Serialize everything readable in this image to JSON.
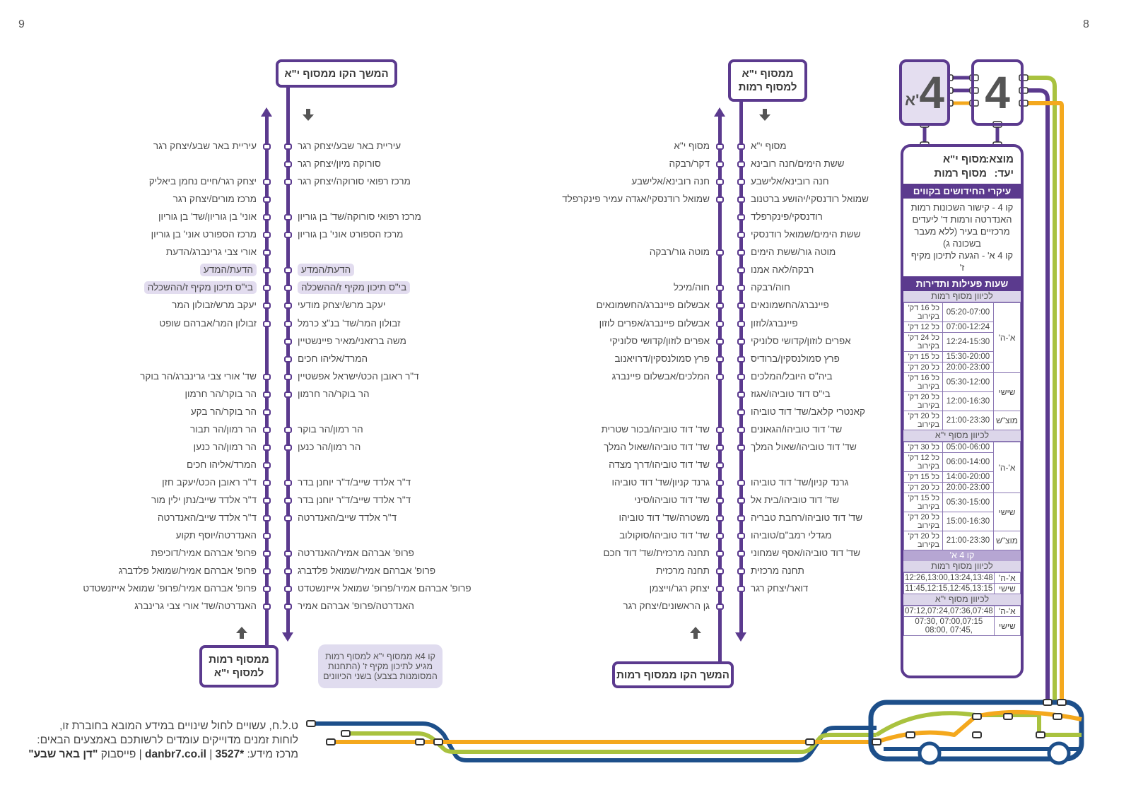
{
  "page_numbers": {
    "left": "9",
    "right": "8"
  },
  "colors": {
    "purple": "#5b3a8e",
    "orange": "#f4a81d",
    "green": "#a9c23f",
    "navy": "#1d4f8a",
    "highlight": "#e2dcef"
  },
  "logo": {
    "line_4a_number": "4",
    "line_4a_suffix": "א'",
    "line_4_number": "4"
  },
  "page8": {
    "top_box": "ממסוף י\"א למסוף רמות",
    "bottom_box": "המשך הקו ממסוף רמות",
    "down_stops": [
      "מסוף י\"א",
      "ששת הימים/חנה רובינא",
      "חנה רובינא/אלישבע",
      "שמואל רודנסקי/יהושע ברטנוב",
      "רודנסקי/פינקרפלד",
      "ששת הימים/שמואל רודנסקי",
      "מוטה גור/ששת הימים",
      "רבקה/לאה אמנו",
      "חוה/רבקה",
      "פיינברג/החשמונאים",
      "פיינברג/לוזון",
      "אפרים לוזון/קדושי סלוניקי",
      "פרץ סמולנסקין/ברודיס",
      "ביה\"ס היובל/המלכים",
      "בי\"ס דוד טוביהו/אגוז",
      "קאנטרי קלאב/שד' דוד טוביהו",
      "שד' דוד טוביהו/הגאונים",
      "שד' דוד טוביהו/שאול המלך",
      "",
      "גרנד קניון/שד' דוד טוביהו",
      "שד' דוד טוביהו/בית אל",
      "שד' דוד טוביהו/רחבת טבריה",
      "מגדלי רמב\"ם/טוביהו",
      "שד' דוד טוביהו/אסף שמחוני",
      "תחנה מרכזית",
      "דואר/יצחק רגר",
      ""
    ],
    "up_stops": [
      "מסוף י\"א",
      "דקר/רבקה",
      "חנה רובינא/אלישבע",
      "שמואל רודנסקי/אגדה עמיר פינקרפלד",
      "",
      "",
      "מוטה גור/רבקה",
      "",
      "חוה/מיכל",
      "אבשלום פיינברג/החשמונאים",
      "אבשלום פיינברג/אפרים לוזון",
      "אפרים לוזון/קדושי סלוניקי",
      "פרץ סמולנסקין/דרויאנוב",
      "המלכים/אבשלום פיינברג",
      "",
      "",
      "שד' דוד טוביהו/בכור שטרית",
      "שד' דוד טוביהו/שאול המלך",
      "שד' דוד טוביהו/דרך מצדה",
      "גרנד קניון/שד' דוד טוביהו",
      "שד' דוד טוביהו/סיני",
      "משטרה/שד' דוד טוביהו",
      "שד' דוד טוביהו/סוקולוב",
      "תחנה מרכזית/שד' דוד חכם",
      "תחנה מרכזית",
      "יצחק רגר/וייצמן",
      "גן הראשונים/יצחק רגר"
    ]
  },
  "page9": {
    "top_box": "המשך הקו ממסוף י\"א",
    "bottom_box": "ממסוף רמות למסוף י\"א",
    "note": "קו 4א ממסוף י\"א למסוף רמות מגיע לתיכון מקיף ז' (התחנות המסומנות בצבע) בשני הכיוונים",
    "highlighted_rows": [
      7,
      8
    ],
    "down_stops": [
      "עיריית באר שבע/יצחק רגר",
      "סורוקה מיון/יצחק רגר",
      "מרכז רפואי סורוקה/יצחק רגר",
      "",
      "מרכז רפואי סורוקה/שד' בן גוריון",
      "מרכז הספורט אוני' בן גוריון",
      "",
      "הדעת/המדע",
      "בי\"ס תיכון מקיף ז/ההשכלה",
      "יעקב מרש/יצחק מודעי",
      "זבולון המר/שד' בנ\"צ כרמל",
      "משה ברזאני/מאיר פיינשטיין",
      "המרד/אליהו חכים",
      "ד\"ר ראובן הכט/ישראל אפשטיין",
      "הר בוקר/הר חרמון",
      "",
      "הר רמון/הר בוקר",
      "הר רמון/הר כנען",
      "",
      "ד\"ר אלדד שייב/ד\"ר יוחנן בדר",
      "ד\"ר אלדד שייב/ד\"ר יוחנן בדר",
      "ד\"ר אלדד שייב/האנדרטה",
      "",
      "פרופ' אברהם אמיר/האנדרטה",
      "פרופ' אברהם אמיר/שמואל פלדברג",
      "פרופ' אברהם אמיר/פרופ' שמואל אייזנשטדט",
      "האנדרטה/פרופ' אברהם אמיר"
    ],
    "up_stops": [
      "עיריית באר שבע/יצחק רגר",
      "",
      "יצחק רגר/חיים נחמן ביאליק",
      "מרכז מורים/יצחק רגר",
      "אוני' בן גוריון/שד' בן גוריון",
      "מרכז הספורט אוני' בן גוריון",
      "אורי צבי גרינברג/הדעת",
      "הדעת/המדע",
      "בי\"ס תיכון מקיף ז/ההשכלה",
      "יעקב מרש/זבולון המר",
      "זבולון המר/אברהם שופט",
      "",
      "",
      "שד' אורי צבי גרינברג/הר בוקר",
      "הר בוקר/הר חרמון",
      "הר בוקר/הר בקע",
      "הר רמון/הר תבור",
      "הר רמון/הר כנען",
      "המרד/אליהו חכים",
      "ד\"ר ראובן הכט/יעקב חזן",
      "ד\"ר אלדד שייב/נתן ילין מור",
      "ד\"ר אלדד שייב/האנדרטה",
      "האנדרטה/יוסף תקוע",
      "פרופ' אברהם אמיר/דוכיפת",
      "פרופ' אברהם אמיר/שמואל פלדברג",
      "פרופ' אברהם אמיר/פרופ' שמואל אייזנשטדט",
      "האנדרטה/שד' אורי צבי גרינברג"
    ]
  },
  "panel": {
    "origin_label": "מוצא:",
    "origin": "מסוף י\"א",
    "dest_label": "יעד:",
    "dest": "מסוף רמות",
    "news_title": "עיקרי החידושים בקווים",
    "news_text_1": "קו 4 - קישור השכונות רמות האנדרטה ורמות ד' ליעדים מרכזיים בעיר (ללא מעבר בשכונה ג)",
    "news_text_2": "קו 4 א' - הגעה לתיכון מקיף ז'",
    "hours_title": "שעות פעילות ותדירות",
    "dir_ramot": "לכיוון מסוף רמות",
    "dir_ya": "לכיוון מסוף י\"א",
    "line4_ramot": [
      {
        "day": "א'-ה'",
        "rows": [
          [
            "05:20-07:00",
            "כל 16 דק' בקירוב"
          ],
          [
            "07:00-12:24",
            "כל 12 דק'"
          ],
          [
            "12:24-15:30",
            "כל 24 דק' בקירוב"
          ],
          [
            "15:30-20:00",
            "כל 15 דק'"
          ],
          [
            "20:00-23:00",
            "כל 20 דק'"
          ]
        ]
      },
      {
        "day": "שישי",
        "rows": [
          [
            "05:30-12:00",
            "כל 16 דק' בקירוב"
          ],
          [
            "12:00-16:30",
            "כל 20 דק' בקירוב"
          ]
        ]
      },
      {
        "day": "מוצ\"ש",
        "rows": [
          [
            "21:00-23:30",
            "כל 20 דק' בקירוב"
          ]
        ]
      }
    ],
    "line4_ya": [
      {
        "day": "א'-ה'",
        "rows": [
          [
            "05:00-06:00",
            "כל 30 דק'"
          ],
          [
            "06:00-14:00",
            "כל 12 דק' בקירוב"
          ],
          [
            "14:00-20:00",
            "כל 15 דק'"
          ],
          [
            "20:00-23:00",
            "כל 20 דק'"
          ]
        ]
      },
      {
        "day": "שישי",
        "rows": [
          [
            "05:30-15:00",
            "כל 15 דק' בקירוב"
          ],
          [
            "15:00-16:30",
            "כל 20 דק' בקירוב"
          ]
        ]
      },
      {
        "day": "מוצ\"ש",
        "rows": [
          [
            "21:00-23:30",
            "כל 20 דק' בקירוב"
          ]
        ]
      }
    ],
    "line4a_title": "קו 4 א'",
    "line4a_ramot": [
      [
        "א'-ה'",
        "12:26,13:00,13:24,13:48"
      ],
      [
        "שישי",
        "11:45,12:15,12:45,13:15"
      ]
    ],
    "line4a_ya": [
      [
        "א'-ה'",
        "07:12,07:24,07:36,07:48"
      ],
      [
        "שישי",
        "07:00,07:15 ,07:30 ,07:45 ,08:00"
      ]
    ]
  },
  "footer": {
    "line1": "ט.ל.ח, עשויים לחול שינויים במידע המובא בחוברת זו,",
    "line2": "לוחות זמנים מדוייקים עומדים לרשותכם באמצעים הבאים:",
    "info_label": "מרכז מידע:",
    "info_phone": "*3527",
    "website": "danbr7.co.il",
    "facebook_label": "פייסבוק",
    "facebook_name": "\"דן באר שבע\""
  }
}
